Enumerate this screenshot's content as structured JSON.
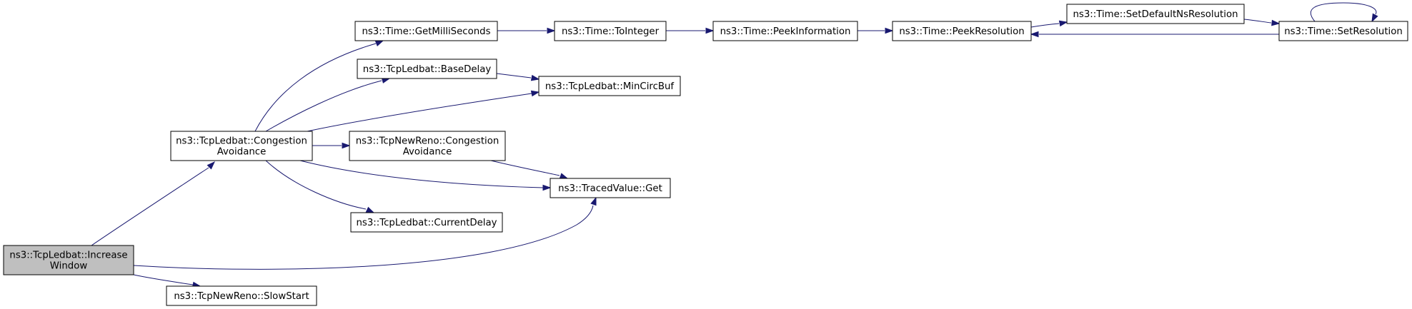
{
  "graph": {
    "edge_color": "#191970",
    "root_fill": "#bfbfbf",
    "nodes": [
      {
        "id": "increase_window",
        "lines": [
          "ns3::TcpLedbat::Increase",
          "Window"
        ],
        "root": true
      },
      {
        "id": "congestion_avoidance",
        "lines": [
          "ns3::TcpLedbat::Congestion",
          "Avoidance"
        ]
      },
      {
        "id": "slow_start",
        "lines": [
          "ns3::TcpNewReno::SlowStart"
        ]
      },
      {
        "id": "get_milliseconds",
        "lines": [
          "ns3::Time::GetMilliSeconds"
        ]
      },
      {
        "id": "base_delay",
        "lines": [
          "ns3::TcpLedbat::BaseDelay"
        ]
      },
      {
        "id": "newreno_congestion_avoidance",
        "lines": [
          "ns3::TcpNewReno::Congestion",
          "Avoidance"
        ]
      },
      {
        "id": "current_delay",
        "lines": [
          "ns3::TcpLedbat::CurrentDelay"
        ]
      },
      {
        "id": "traced_value_get",
        "lines": [
          "ns3::TracedValue::Get"
        ]
      },
      {
        "id": "min_circ_buf",
        "lines": [
          "ns3::TcpLedbat::MinCircBuf"
        ]
      },
      {
        "id": "to_integer",
        "lines": [
          "ns3::Time::ToInteger"
        ]
      },
      {
        "id": "peek_information",
        "lines": [
          "ns3::Time::PeekInformation"
        ]
      },
      {
        "id": "peek_resolution",
        "lines": [
          "ns3::Time::PeekResolution"
        ]
      },
      {
        "id": "set_default_ns_resolution",
        "lines": [
          "ns3::Time::SetDefaultNsResolution"
        ]
      },
      {
        "id": "set_resolution",
        "lines": [
          "ns3::Time::SetResolution"
        ]
      }
    ],
    "edges": [
      [
        "increase_window",
        "congestion_avoidance"
      ],
      [
        "increase_window",
        "traced_value_get"
      ],
      [
        "increase_window",
        "slow_start"
      ],
      [
        "congestion_avoidance",
        "get_milliseconds"
      ],
      [
        "congestion_avoidance",
        "base_delay"
      ],
      [
        "congestion_avoidance",
        "min_circ_buf"
      ],
      [
        "congestion_avoidance",
        "newreno_congestion_avoidance"
      ],
      [
        "congestion_avoidance",
        "traced_value_get"
      ],
      [
        "congestion_avoidance",
        "current_delay"
      ],
      [
        "get_milliseconds",
        "to_integer"
      ],
      [
        "base_delay",
        "min_circ_buf"
      ],
      [
        "newreno_congestion_avoidance",
        "traced_value_get"
      ],
      [
        "to_integer",
        "peek_information"
      ],
      [
        "peek_information",
        "peek_resolution"
      ],
      [
        "peek_resolution",
        "set_default_ns_resolution"
      ],
      [
        "set_default_ns_resolution",
        "set_resolution"
      ],
      [
        "set_resolution",
        "peek_resolution"
      ],
      [
        "set_resolution",
        "set_resolution"
      ]
    ]
  }
}
